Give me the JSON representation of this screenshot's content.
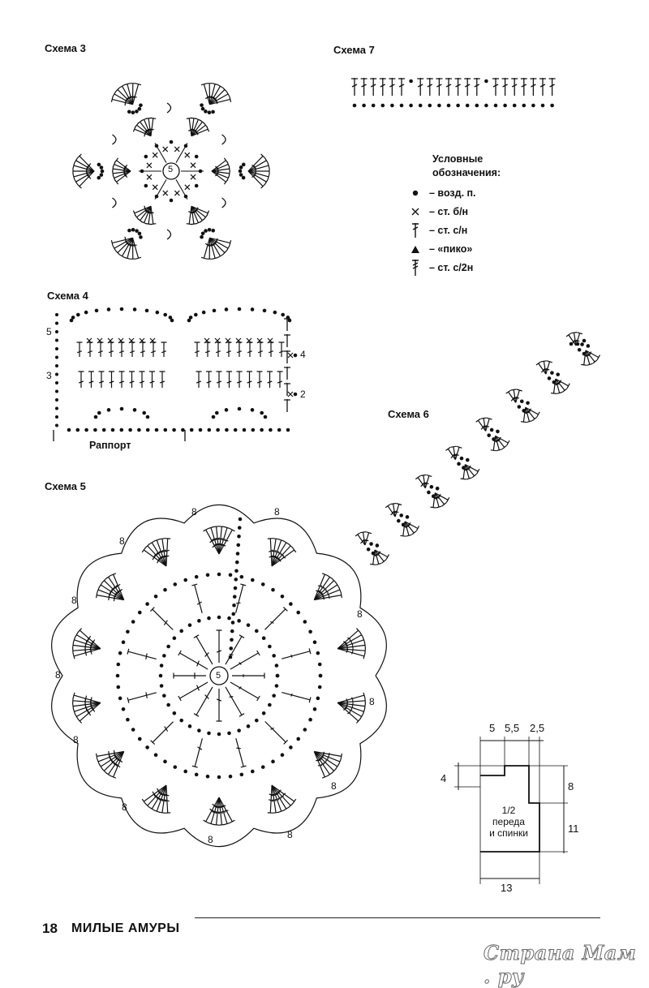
{
  "schemes": {
    "s3": "Схема 3",
    "s4": "Схема 4",
    "s5": "Схема 5",
    "s6": "Схема 6",
    "s7": "Схема 7"
  },
  "center_labels": {
    "s3": "5",
    "s5": "5"
  },
  "scheme4": {
    "row_labels_left": [
      "5",
      "3"
    ],
    "row_labels_right": [
      "4",
      "2"
    ],
    "rapport": "Раппорт"
  },
  "scheme5_petal_label": "8",
  "legend": {
    "title_line1": "Условные",
    "title_line2": "обозначения:",
    "items": [
      {
        "icon": "chain-stitch-icon",
        "text": "– возд. п."
      },
      {
        "icon": "single-crochet-icon",
        "text": "– ст. б/н"
      },
      {
        "icon": "double-crochet-icon",
        "text": "– ст. с/н"
      },
      {
        "icon": "picot-icon",
        "text": "– «пико»"
      },
      {
        "icon": "double-treble-icon",
        "text": "– ст. с/2н"
      }
    ]
  },
  "pattern": {
    "top_dims": [
      "5",
      "5,5",
      "2,5"
    ],
    "left_dim": "4",
    "right_dims": [
      "8",
      "11"
    ],
    "bottom_dim": "13",
    "caption_line1": "1/2",
    "caption_line2": "переда",
    "caption_line3": "и спинки"
  },
  "footer": {
    "page": "18",
    "title": "МИЛЫЕ АМУРЫ"
  },
  "watermark": "Страна Мам . ру"
}
